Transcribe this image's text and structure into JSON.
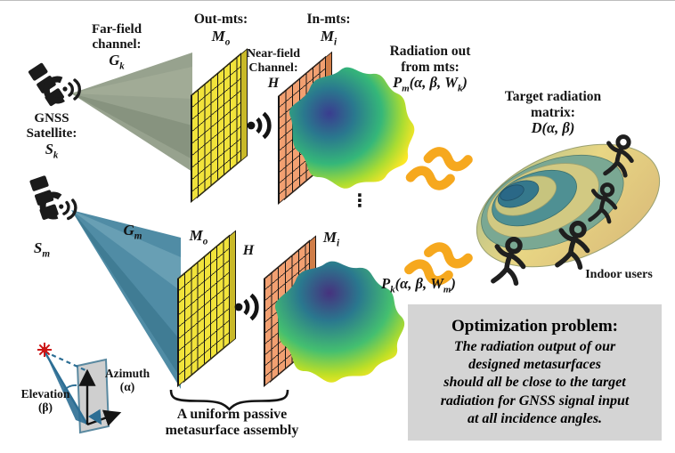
{
  "colors": {
    "mts_out": "#f1e33b",
    "mts_out_side": "#c9b929",
    "mts_in": "#f2a071",
    "mts_in_side": "#d07d48",
    "beam_far": "#8e9a84",
    "beam_near": "#4786a0",
    "squiggle": "#f6a81e",
    "box_bg": "#d4d4d4",
    "ink": "#141414",
    "star": "#cc1414",
    "plane_fill": "#cbcbcb",
    "plane_edge": "#4d7f98",
    "angle_line": "#2c6e94"
  },
  "icons": {
    "vertical_ellipsis": "⋮",
    "satellite": "satellite-with-antenna",
    "near_field_signal": "dot-with-radio-waves"
  },
  "far_field": {
    "line1": "Far-field",
    "line2": "channel:",
    "symbol": {
      "base": "G",
      "sub": "k"
    }
  },
  "satellite1": {
    "line1": "GNSS",
    "line2": "Satellite:",
    "symbol": {
      "base": "S",
      "sub": "k"
    }
  },
  "satellite2": {
    "symbol": {
      "base": "S",
      "sub": "m"
    }
  },
  "channel2": {
    "symbol": {
      "base": "G",
      "sub": "m"
    }
  },
  "out_mts": {
    "label": "Out-mts:",
    "symbol": {
      "base": "M",
      "sub": "o"
    }
  },
  "in_mts": {
    "label": "In-mts:",
    "symbol": {
      "base": "M",
      "sub": "i"
    }
  },
  "near_field": {
    "line1": "Near-field",
    "line2": "Channel:",
    "symbol": {
      "base": "H"
    }
  },
  "out_mts2": {
    "symbol": {
      "base": "M",
      "sub": "o"
    }
  },
  "in_mts2": {
    "symbol": {
      "base": "M",
      "sub": "i"
    }
  },
  "near_field2": {
    "symbol": {
      "base": "H"
    }
  },
  "radiation_out": {
    "line1": "Radiation out",
    "line2": "from mts:",
    "formula": {
      "base": "P",
      "sub": "m",
      "args": "(α, β, W",
      "argsub": "k",
      "close": ")"
    }
  },
  "radiation_out2": {
    "formula": {
      "base": "P",
      "sub": "k",
      "args": "(α, β, W",
      "argsub": "m",
      "close": ")"
    }
  },
  "target": {
    "line1": "Target radiation",
    "line2": "matrix:",
    "formula": {
      "base": "D",
      "args": "(α, β)"
    }
  },
  "indoor_users": "Indoor users",
  "assembly": {
    "line1": "A uniform passive",
    "line2": "metasurface assembly"
  },
  "angles": {
    "elevation1": "Elevation",
    "elevation2": "(β)",
    "azimuth1": "Azimuth",
    "azimuth2": "(α)"
  },
  "optimization": {
    "title": "Optimization problem:",
    "body_lines": [
      "The radiation output of our",
      "designed metasurfaces",
      "should all be close to the target",
      "radiation for GNSS signal input",
      "at all incidence angles."
    ]
  }
}
